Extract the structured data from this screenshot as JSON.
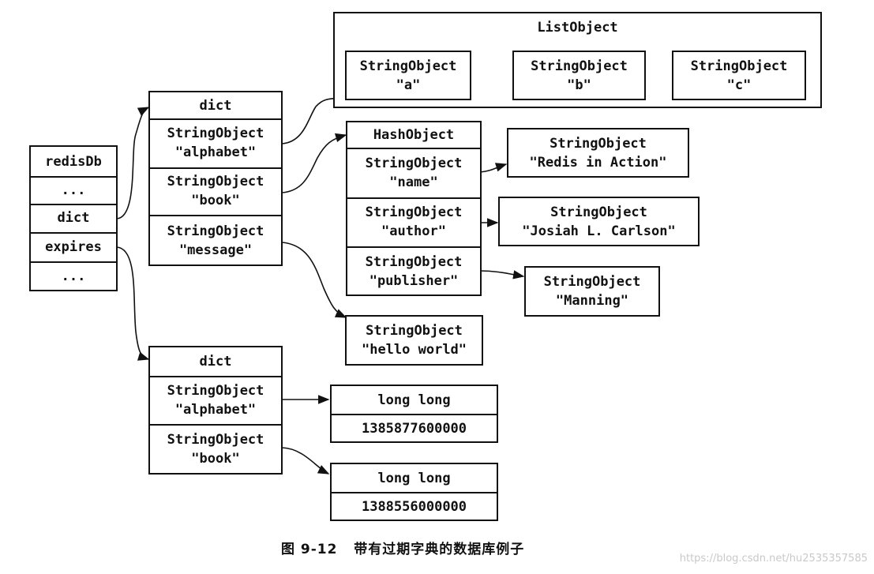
{
  "redisDb": {
    "rows": [
      "redisDb",
      "...",
      "dict",
      "expires",
      "..."
    ]
  },
  "main_dict": {
    "header": "dict",
    "keys": [
      {
        "type": "StringObject",
        "value": "\"alphabet\""
      },
      {
        "type": "StringObject",
        "value": "\"book\""
      },
      {
        "type": "StringObject",
        "value": "\"message\""
      }
    ]
  },
  "list_object": {
    "title": "ListObject",
    "items": [
      {
        "type": "StringObject",
        "value": "\"a\""
      },
      {
        "type": "StringObject",
        "value": "\"b\""
      },
      {
        "type": "StringObject",
        "value": "\"c\""
      }
    ]
  },
  "hash_object": {
    "header": "HashObject",
    "fields": [
      {
        "type": "StringObject",
        "value": "\"name\""
      },
      {
        "type": "StringObject",
        "value": "\"author\""
      },
      {
        "type": "StringObject",
        "value": "\"publisher\""
      }
    ],
    "values": [
      {
        "type": "StringObject",
        "value": "\"Redis in Action\""
      },
      {
        "type": "StringObject",
        "value": "\"Josiah L. Carlson\""
      },
      {
        "type": "StringObject",
        "value": "\"Manning\""
      }
    ]
  },
  "message_value": {
    "type": "StringObject",
    "value": "\"hello world\""
  },
  "expires_dict": {
    "header": "dict",
    "keys": [
      {
        "type": "StringObject",
        "value": "\"alphabet\""
      },
      {
        "type": "StringObject",
        "value": "\"book\""
      }
    ]
  },
  "expire_values": [
    {
      "type": "long long",
      "value": "1385877600000"
    },
    {
      "type": "long long",
      "value": "1388556000000"
    }
  ],
  "caption": "图 9-12   带有过期字典的数据库例子",
  "watermark": "https://blog.csdn.net/hu2535357585"
}
